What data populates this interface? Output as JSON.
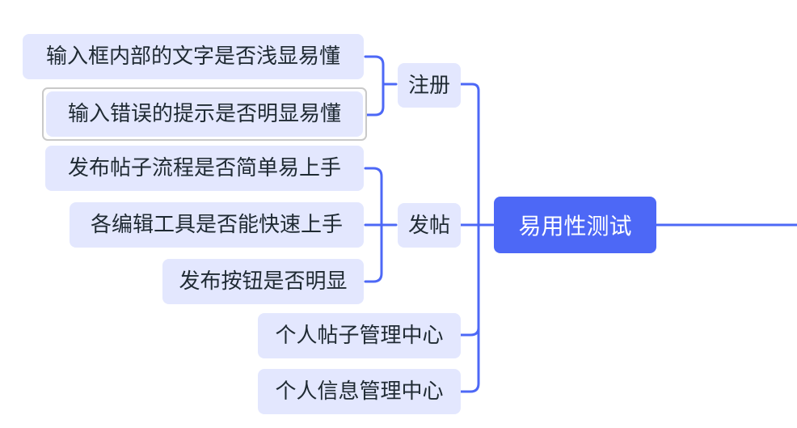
{
  "root": {
    "label": "易用性测试"
  },
  "branches": [
    {
      "label": "注册",
      "children": [
        {
          "label": "输入框内部的文字是否浅显易懂"
        },
        {
          "label": "输入错误的提示是否明显易懂"
        }
      ]
    },
    {
      "label": "发帖",
      "children": [
        {
          "label": "发布帖子流程是否简单易上手"
        },
        {
          "label": "各编辑工具是否能快速上手"
        },
        {
          "label": "发布按钮是否明显"
        }
      ]
    },
    {
      "label": "个人帖子管理中心"
    },
    {
      "label": "个人信息管理中心"
    }
  ],
  "colors": {
    "connector": "#4d68f6",
    "root_fill": "#4d68f6",
    "node_fill": "#e3e7fe",
    "selection_border": "#c9c9c9"
  }
}
